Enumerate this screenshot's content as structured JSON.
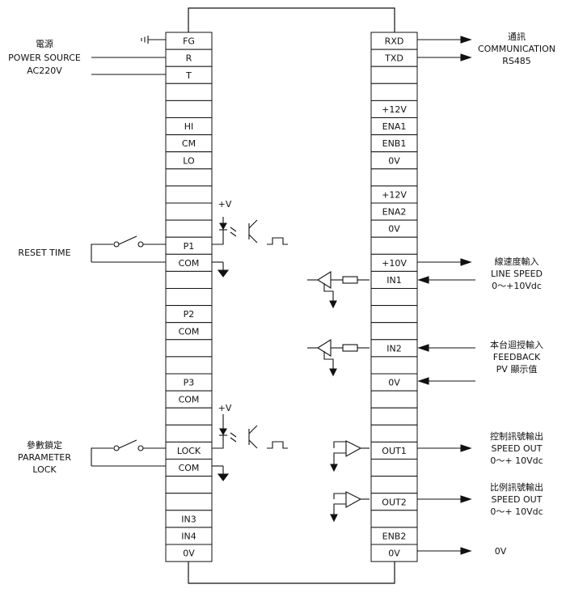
{
  "left_terminals": [
    "FG",
    "R",
    "T",
    "",
    "",
    "HI",
    "CM",
    "LO",
    "",
    "",
    "",
    "",
    "P1",
    "COM",
    "",
    "",
    "P2",
    "COM",
    "",
    "",
    "P3",
    "COM",
    "",
    "",
    "LOCK",
    "COM",
    "",
    "",
    "IN3",
    "IN4",
    "0V"
  ],
  "right_terminals": [
    "RXD",
    "TXD",
    "",
    "",
    "+12V",
    "ENA1",
    "ENB1",
    "0V",
    "",
    "+12V",
    "ENA2",
    "0V",
    "",
    "+10V",
    "IN1",
    "",
    "",
    "",
    "IN2",
    "",
    "0V",
    "",
    "",
    "",
    "OUT1",
    "",
    "",
    "OUT2",
    "",
    "ENB2",
    "0V"
  ],
  "left_labels": {
    "power": [
      "電源",
      "POWER SOURCE",
      "AC220V"
    ],
    "reset": [
      "RESET TIME"
    ],
    "lock": [
      "參數鎖定",
      "PARAMETER",
      "LOCK"
    ]
  },
  "right_labels": {
    "communication": [
      "通訊",
      "COMMUNICATION",
      "RS485"
    ],
    "line_speed": [
      "線速度輸入",
      "LINE SPEED",
      "0～+10Vdc"
    ],
    "feedback": [
      "本台迴授輸入",
      "FEEDBACK",
      "PV 顯示值"
    ],
    "speed_out1": [
      "控制訊號輸出",
      "SPEED OUT",
      "0～+ 10Vdc"
    ],
    "speed_out2": [
      "比例訊號輸出",
      "SPEED OUT",
      "0～+ 10Vdc"
    ],
    "zero_volt": [
      "0V"
    ]
  },
  "supply_labels": [
    "+V",
    "+V"
  ]
}
